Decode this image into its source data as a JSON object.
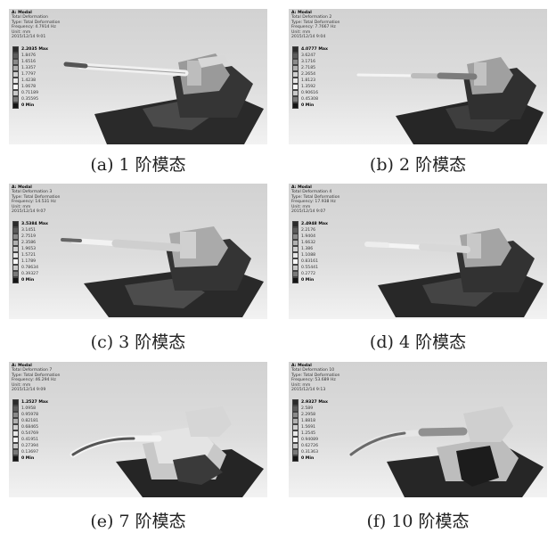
{
  "panels": [
    {
      "info": [
        "A: Modal",
        "Total Deformation",
        "Type: Total Deformation",
        "Frequency: 4.7914 Hz",
        "Unit: mm",
        "2015/12/14 9:01"
      ],
      "legend": [
        "2.2035 Max",
        "1.8476",
        "1.6516",
        "1.3357",
        "1.7797",
        "1.4238",
        "1.0678",
        "0.71189",
        "0.35595",
        "0 Min"
      ],
      "caption": "(a) 1 阶模态"
    },
    {
      "info": [
        "A: Modal",
        "Total Deformation 2",
        "Type: Total Deformation",
        "Frequency: 7.7667 Hz",
        "Unit: mm",
        "2015/12/14 9:04"
      ],
      "legend": [
        "4.0777 Max",
        "3.6247",
        "3.1716",
        "2.7185",
        "2.2654",
        "1.8123",
        "1.3592",
        "0.90616",
        "0.45308",
        "0 Min"
      ],
      "caption": "(b) 2 阶模态"
    },
    {
      "info": [
        "A: Modal",
        "Total Deformation 3",
        "Type: Total Deformation",
        "Frequency: 14.531 Hz",
        "Unit: mm",
        "2015/12/14 9:07"
      ],
      "legend": [
        "3.5384 Max",
        "3.1451",
        "2.7519",
        "2.3586",
        "1.9653",
        "1.5721",
        "1.1789",
        "0.78634",
        "0.39327",
        "0 Min"
      ],
      "caption": "(c) 3 阶模态"
    },
    {
      "info": [
        "A: Modal",
        "Total Deformation 4",
        "Type: Total Deformation",
        "Frequency: 17.938 Hz",
        "Unit: mm",
        "2015/12/14 9:07"
      ],
      "legend": [
        "2.4948 Max",
        "2.2176",
        "1.9404",
        "1.6632",
        "1.386",
        "1.1088",
        "0.83161",
        "0.55441",
        "0.2772",
        "0 Min"
      ],
      "caption": "(d) 4 阶模态"
    },
    {
      "info": [
        "A: Modal",
        "Total Deformation 7",
        "Type: Total Deformation",
        "Frequency: 46.294 Hz",
        "Unit: mm",
        "2015/12/14 9:09"
      ],
      "legend": [
        "1.2527 Max",
        "1.0958",
        "0.95978",
        "0.82181",
        "0.68465",
        "0.54769",
        "0.41951",
        "0.27394",
        "0.13697",
        "0 Min"
      ],
      "caption": "(e) 7 阶模态"
    },
    {
      "info": [
        "A: Modal",
        "Total Deformation 10",
        "Type: Total Deformation",
        "Frequency: 53.689 Hz",
        "Unit: mm",
        "2015/12/14 9:13"
      ],
      "legend": [
        "2.9327 Max",
        "2.589",
        "2.2958",
        "1.8818",
        "1.5691",
        "1.2545",
        "0.94089",
        "0.62726",
        "0.31363",
        "0 Min"
      ],
      "caption": "(f) 10 阶模态"
    }
  ],
  "legend_colors": [
    "#2b2b2b",
    "#5c5c5c",
    "#8a8a8a",
    "#b0b0b0",
    "#d0d0d0",
    "#e8e8e8",
    "#f8f8f8",
    "#c8c8c8",
    "#7a7a7a",
    "#151515"
  ]
}
